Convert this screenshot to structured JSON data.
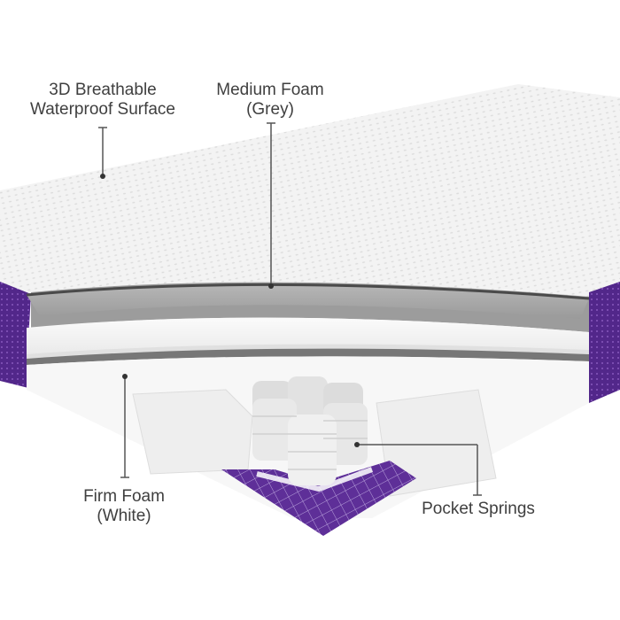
{
  "diagram": {
    "subject": "Mattress cross-section",
    "labels": {
      "surface": {
        "line1": "3D Breathable",
        "line2": "Waterproof Surface"
      },
      "medium_foam": {
        "line1": "Medium Foam",
        "line2": "(Grey)"
      },
      "firm_foam": {
        "line1": "Firm Foam",
        "line2": "(White)"
      },
      "pocket_springs": {
        "line1": "Pocket Springs"
      }
    },
    "colors": {
      "surface": "#f2f2f2",
      "medium_foam": "#a9a9a9",
      "firm_foam": "#f4f4f4",
      "side_fabric": "#5b2d90",
      "base_fabric": "#6a3aa0",
      "callout_line": "#555555",
      "label_text": "#3f3f3f"
    }
  }
}
